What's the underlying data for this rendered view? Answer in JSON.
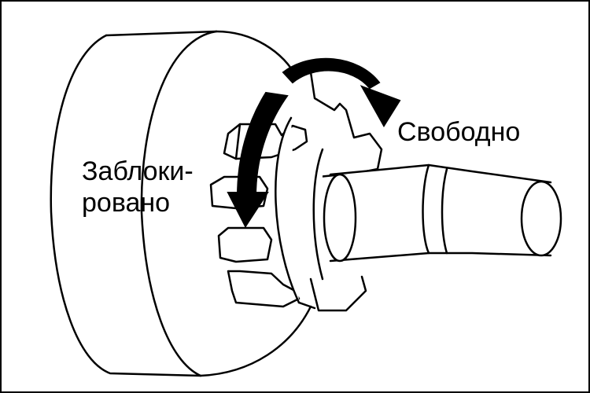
{
  "labels": {
    "free": "Свободно",
    "locked_line1": "Заблоки-",
    "locked_line2": "ровано"
  },
  "colors": {
    "ink": "#000000",
    "paper": "#ffffff"
  },
  "icons": {
    "free_arrow": "curved-arrow-clockwise",
    "locked_arrow": "curved-arrow-down"
  }
}
